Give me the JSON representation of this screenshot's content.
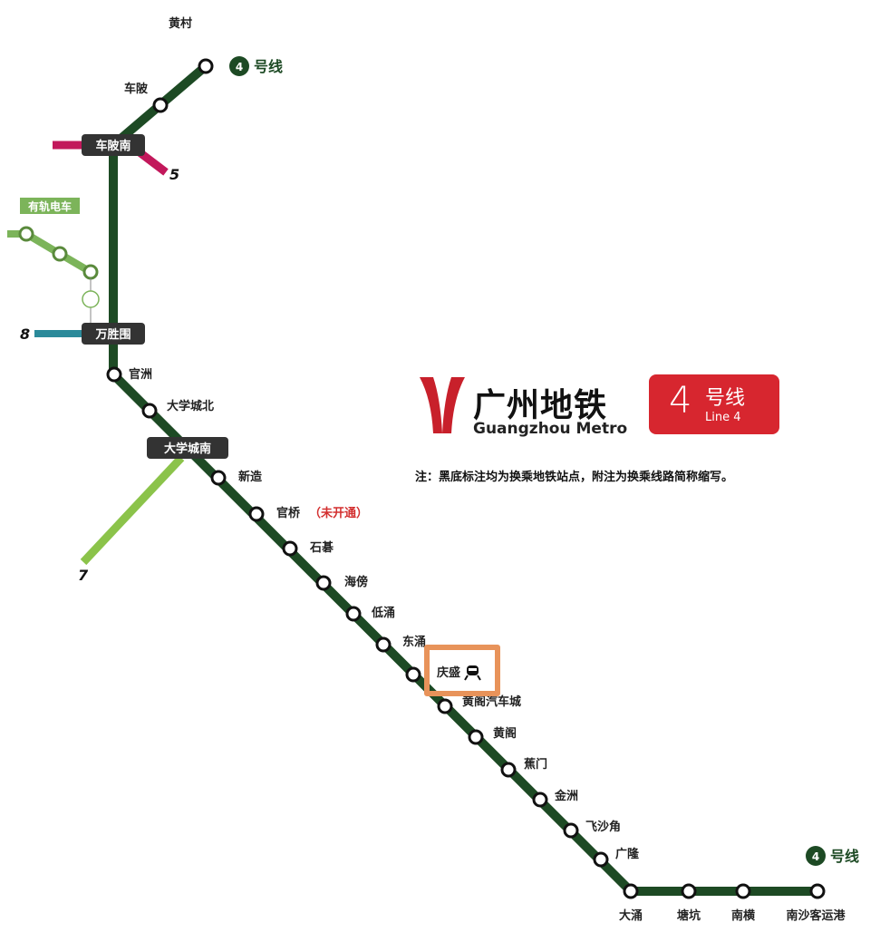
{
  "brand": {
    "name_cn": "广州地铁",
    "name_en": "Guangzhou Metro",
    "logo_color": "#c8202b"
  },
  "line_badge": {
    "number": "4",
    "label_cn": "号线",
    "label_en": "Line 4",
    "color": "#d7262f"
  },
  "terminal_badges": {
    "north": {
      "number": "4",
      "label": "号线"
    },
    "south": {
      "number": "4",
      "label": "号线"
    }
  },
  "note": "注：黑底标注均为换乘地铁站点，附注为换乘线路简称缩写。",
  "colors": {
    "line4": "#1d4a24",
    "line5": "#c2185b",
    "line7": "#8bc34a",
    "line8": "#2b8a9a",
    "tram": "#7cb45a",
    "transfer_box": "#333333",
    "highlight": "#e8935a",
    "unopened": "#d32f2f"
  },
  "tram": {
    "label": "有轨电车"
  },
  "transfer_lines": {
    "line5": "5",
    "line7": "7",
    "line8": "8"
  },
  "stations": [
    {
      "name": "黄村",
      "transfer": false
    },
    {
      "name": "车陂",
      "transfer": false
    },
    {
      "name": "车陂南",
      "transfer": true
    },
    {
      "name": "万胜围",
      "transfer": true
    },
    {
      "name": "官洲",
      "transfer": false
    },
    {
      "name": "大学城北",
      "transfer": false
    },
    {
      "name": "大学城南",
      "transfer": true
    },
    {
      "name": "新造",
      "transfer": false
    },
    {
      "name": "官桥",
      "transfer": false,
      "status": "（未开通）"
    },
    {
      "name": "石碁",
      "transfer": false
    },
    {
      "name": "海傍",
      "transfer": false
    },
    {
      "name": "低涌",
      "transfer": false
    },
    {
      "name": "东涌",
      "transfer": false
    },
    {
      "name": "庆盛",
      "transfer": false,
      "highlighted": true,
      "icon": "train-icon"
    },
    {
      "name": "黄阁汽车城",
      "transfer": false
    },
    {
      "name": "黄阁",
      "transfer": false
    },
    {
      "name": "蕉门",
      "transfer": false
    },
    {
      "name": "金洲",
      "transfer": false
    },
    {
      "name": "飞沙角",
      "transfer": false
    },
    {
      "name": "广隆",
      "transfer": false
    },
    {
      "name": "大涌",
      "transfer": false
    },
    {
      "name": "塘坑",
      "transfer": false
    },
    {
      "name": "南横",
      "transfer": false
    },
    {
      "name": "南沙客运港",
      "transfer": false
    }
  ]
}
